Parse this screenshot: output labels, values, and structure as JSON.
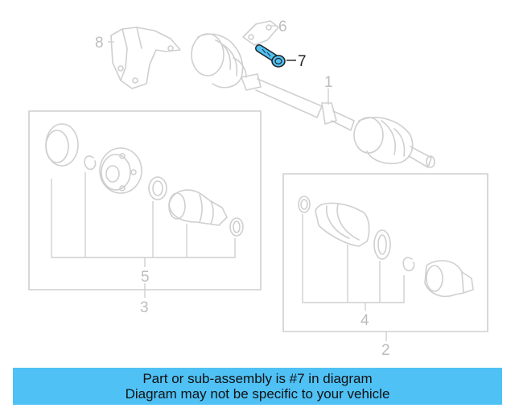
{
  "diagram": {
    "highlight_color": "#4fc1f5",
    "callouts": [
      {
        "id": "1",
        "label": "1"
      },
      {
        "id": "2",
        "label": "2"
      },
      {
        "id": "3",
        "label": "3"
      },
      {
        "id": "4",
        "label": "4"
      },
      {
        "id": "5",
        "label": "5"
      },
      {
        "id": "6",
        "label": "6"
      },
      {
        "id": "7",
        "label": "7",
        "highlighted": true
      },
      {
        "id": "8",
        "label": "8"
      }
    ]
  },
  "banner": {
    "line1": "Part or sub-assembly is #7 in diagram",
    "line2": "Diagram may not be specific to your vehicle",
    "background": "#4fc1f5"
  }
}
